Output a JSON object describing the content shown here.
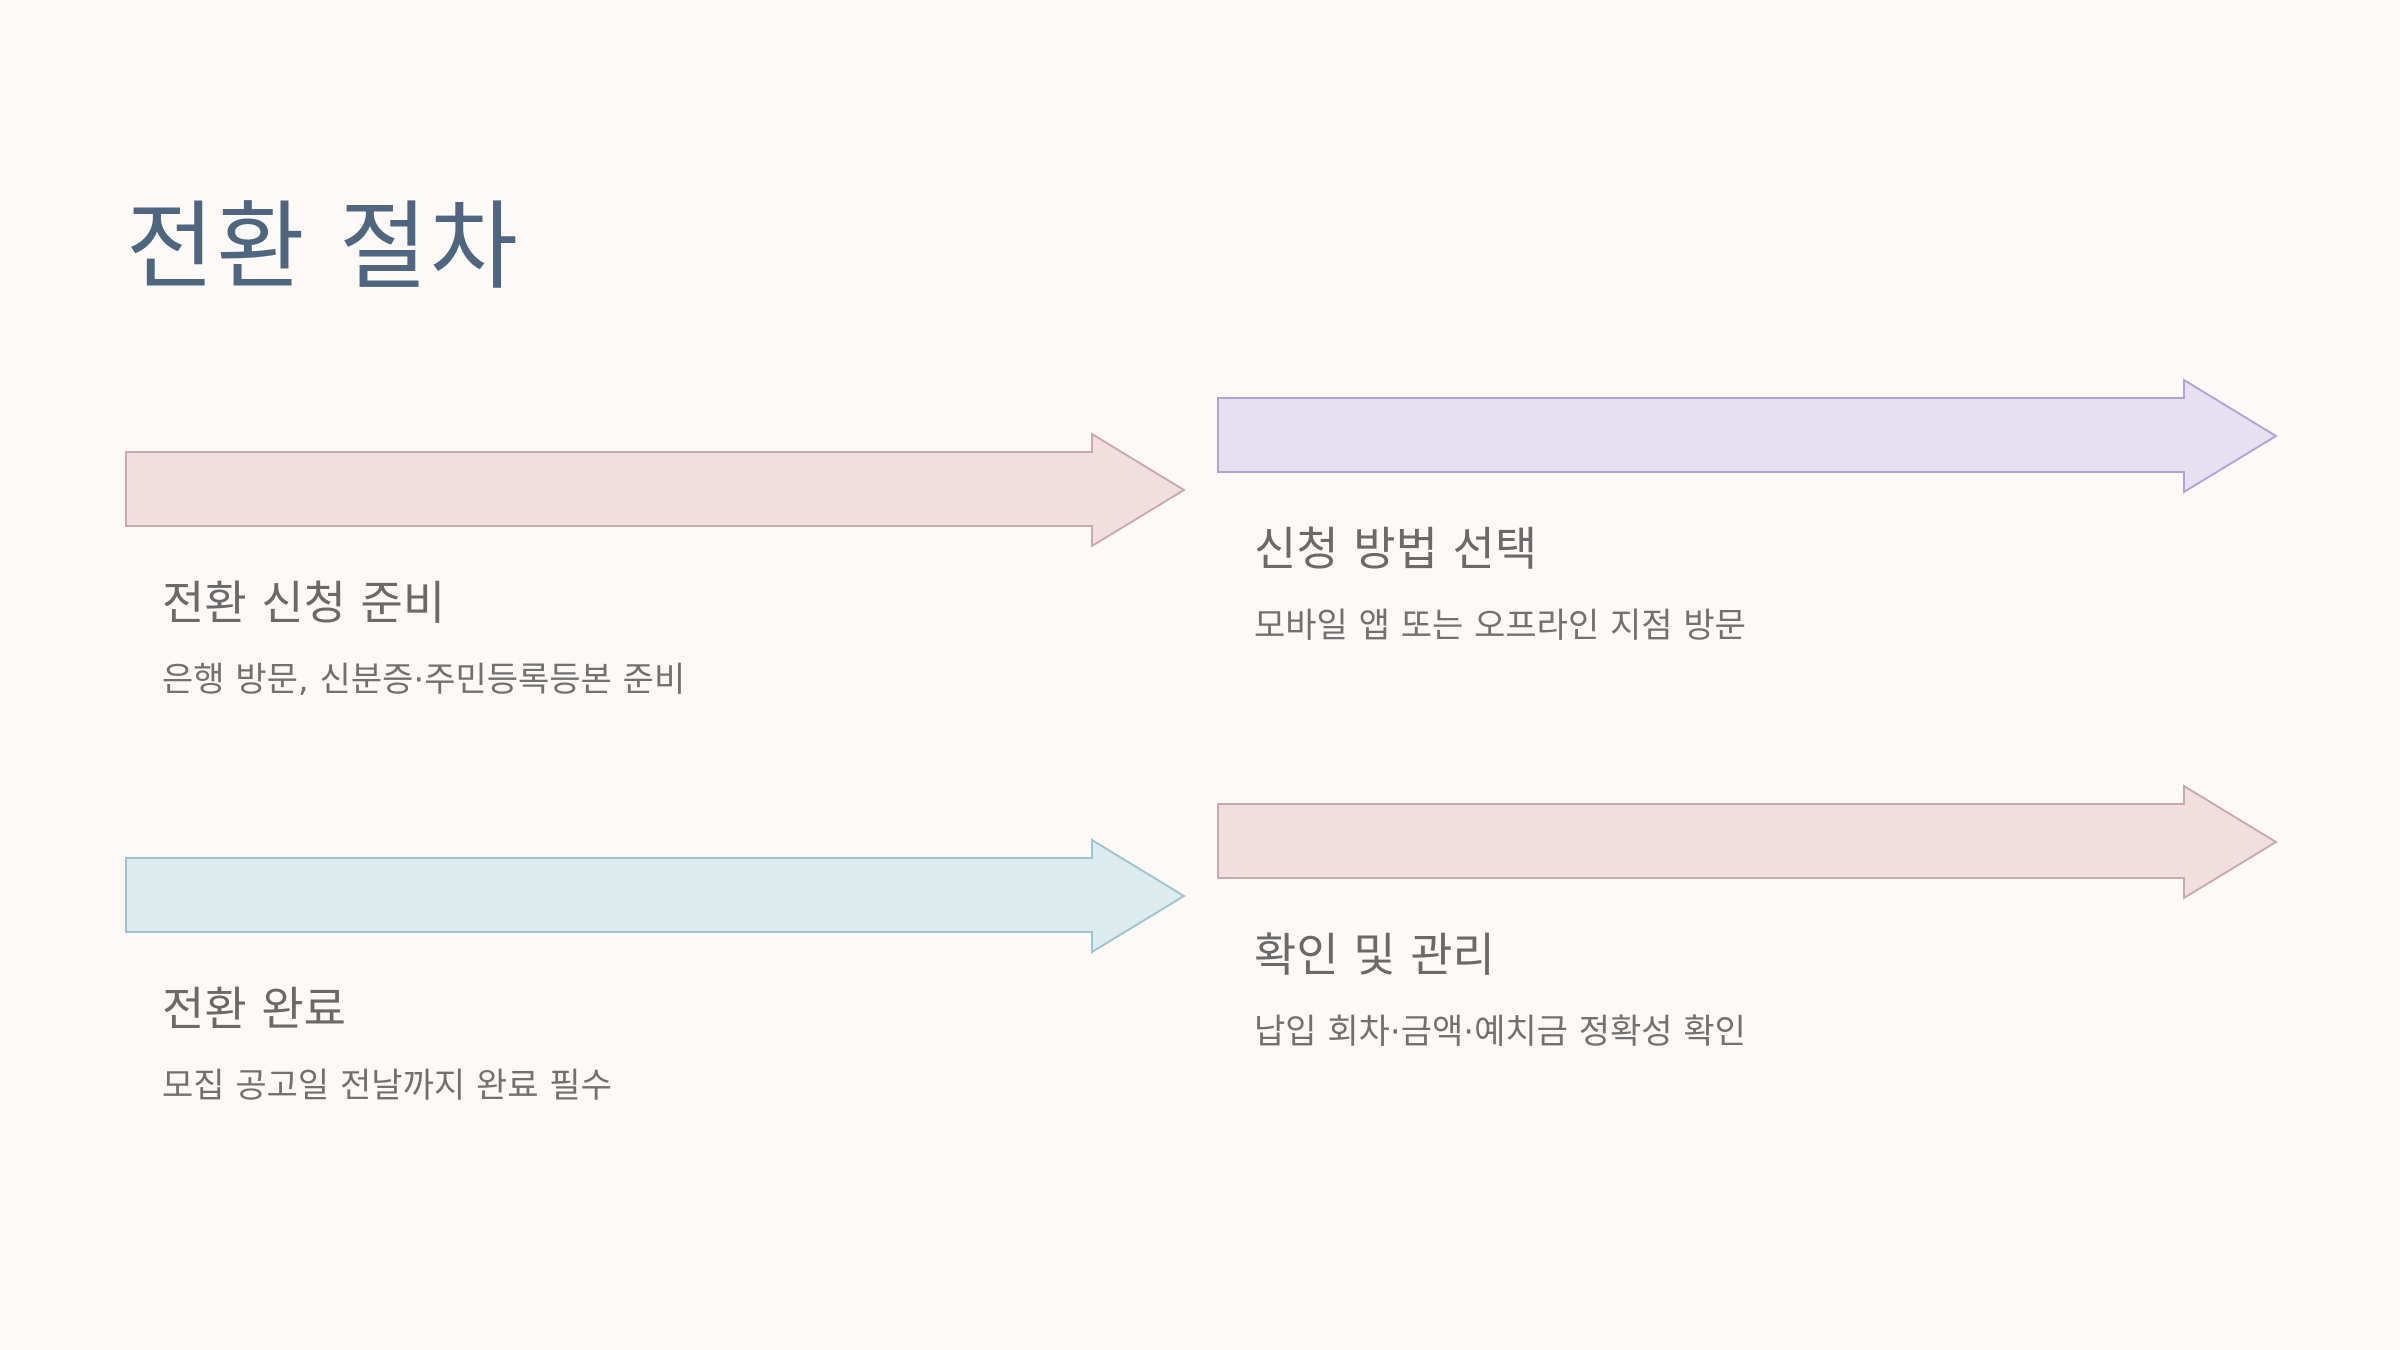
{
  "title": "전환 절차",
  "steps": [
    {
      "title": "전환 신청 준비",
      "desc": "은행 방문, 신분증·주민등록등본 준비",
      "fill": "#f1dfdf",
      "stroke": "#cba7ae"
    },
    {
      "title": "신청 방법 선택",
      "desc": "모바일 앱 또는 오프라인 지점 방문",
      "fill": "#e7e0f1",
      "stroke": "#ada4d7"
    },
    {
      "title": "전환 완료",
      "desc": "모집 공고일 전날까지 완료 필수",
      "fill": "#dbebee",
      "stroke": "#9dc4cf"
    },
    {
      "title": "확인 및 관리",
      "desc": "납입 회차·금액·예치금 정확성 확인",
      "fill": "#f1dfdf",
      "stroke": "#cba7ae"
    }
  ]
}
